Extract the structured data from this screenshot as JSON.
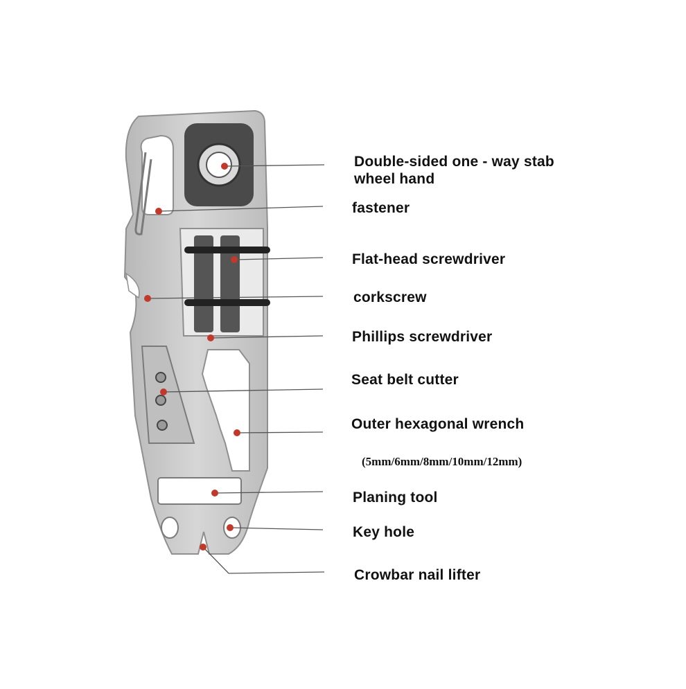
{
  "labels": {
    "stab_wheel": [
      "Double-sided one - way stab",
      "wheel hand"
    ],
    "fastener": "fastener",
    "flat_head": "Flat-head screwdriver",
    "corkscrew": "corkscrew",
    "phillips": "Phillips screwdriver",
    "seat_belt": "Seat belt cutter",
    "hex_wrench": "Outer hexagonal wrench",
    "hex_sizes": "(5mm/6mm/8mm/10mm/12mm)",
    "planing": "Planing tool",
    "key_hole": "Key hole",
    "crowbar": "Crowbar nail lifter"
  },
  "colors": {
    "metal": "#c9c9c9",
    "metal_edge": "#8f8f8f",
    "dark_insert": "#4a4a4a",
    "marker": "#c0392b",
    "leader": "#555555",
    "text": "#111111"
  }
}
